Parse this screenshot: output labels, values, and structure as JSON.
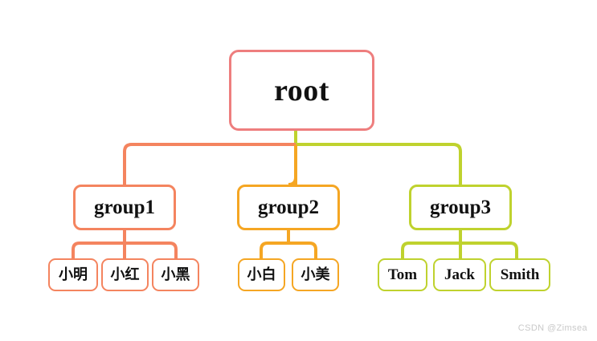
{
  "diagram": {
    "type": "tree",
    "title": "root",
    "watermark": "CSDN @Zimsea",
    "colors": {
      "root": "#ee7e7e",
      "branch1": "#f4845f",
      "branch2": "#f5a623",
      "branch3": "#bfd22e",
      "text": "#111111",
      "background": "#ffffff",
      "watermark": "#c9c9c9"
    },
    "root": {
      "label": "root"
    },
    "groups": [
      {
        "label": "group1",
        "color": "#f4845f",
        "children": [
          {
            "label": "小明",
            "script": "cjk"
          },
          {
            "label": "小红",
            "script": "cjk"
          },
          {
            "label": "小黑",
            "script": "cjk"
          }
        ]
      },
      {
        "label": "group2",
        "color": "#f5a623",
        "children": [
          {
            "label": "小白",
            "script": "cjk"
          },
          {
            "label": "小美",
            "script": "cjk"
          }
        ]
      },
      {
        "label": "group3",
        "color": "#bfd22e",
        "children": [
          {
            "label": "Tom",
            "script": "latin"
          },
          {
            "label": "Jack",
            "script": "latin"
          },
          {
            "label": "Smith",
            "script": "latin"
          }
        ]
      }
    ]
  }
}
